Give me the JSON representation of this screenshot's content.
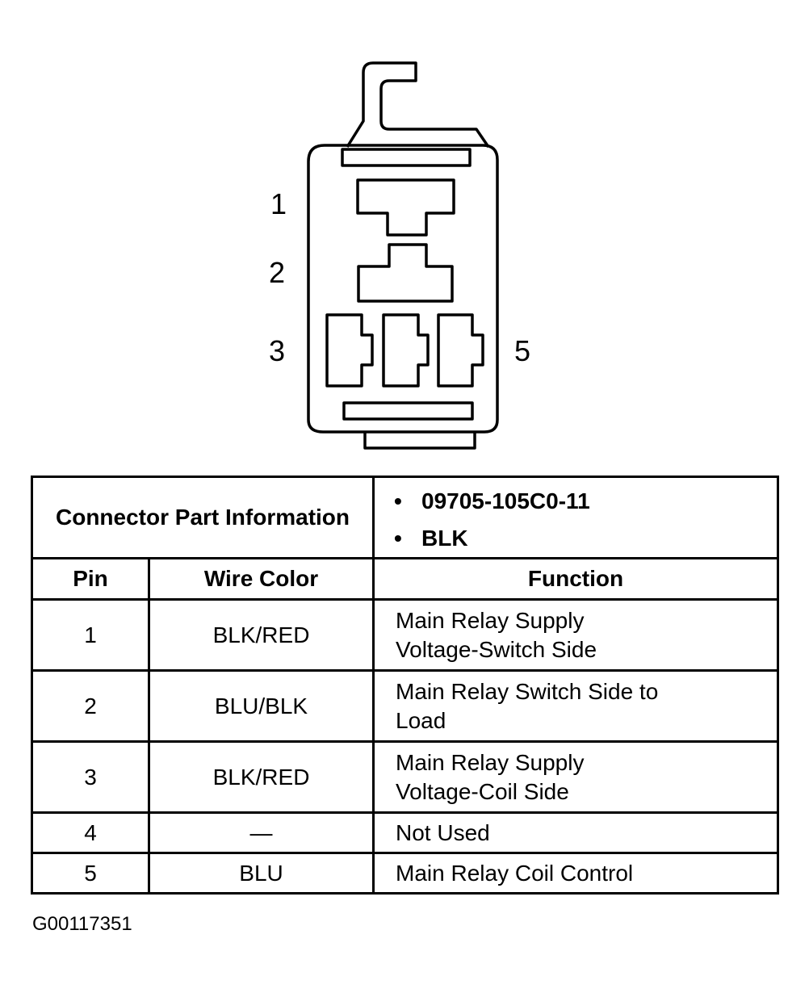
{
  "connector": {
    "pin_labels": [
      "1",
      "2",
      "3",
      "5"
    ]
  },
  "table": {
    "header_info_label": "Connector Part Information",
    "part_info": [
      "09705-105C0-11",
      "BLK"
    ],
    "columns": [
      "Pin",
      "Wire Color",
      "Function"
    ],
    "rows": [
      {
        "pin": "1",
        "wire_color": "BLK/RED",
        "function": "Main Relay Supply Voltage-Switch Side"
      },
      {
        "pin": "2",
        "wire_color": "BLU/BLK",
        "function": "Main Relay Switch Side to Load"
      },
      {
        "pin": "3",
        "wire_color": "BLK/RED",
        "function": "Main Relay Supply Voltage-Coil Side"
      },
      {
        "pin": "4",
        "wire_color": "—",
        "function": "Not Used"
      },
      {
        "pin": "5",
        "wire_color": "BLU",
        "function": "Main Relay Coil Control"
      }
    ]
  },
  "figure_id": "G00117351"
}
